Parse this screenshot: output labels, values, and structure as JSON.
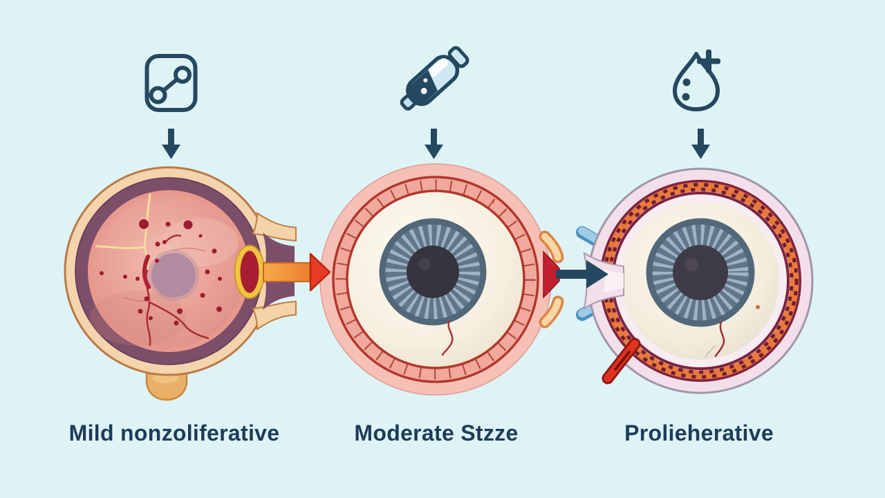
{
  "figure": {
    "background_color": "#def3f6",
    "label_color": "#1e3c59",
    "icon_color": "#24485f"
  },
  "stages": [
    {
      "icon": "link-nodes-icon",
      "label": "Mild nonzoliferative",
      "eye": "cross-section-retina-with-hemorrhages-and-optic-disc"
    },
    {
      "icon": "syringe-icon",
      "label": "Moderate Stzze",
      "eye": "front-eye-with-tick-ring-iris-and-pupil"
    },
    {
      "icon": "droplet-plus-icon",
      "label": "Prolieherative",
      "eye": "front-eye-with-dashed-vascular-ring-blue-tabs-red-probe"
    }
  ],
  "arrows": {
    "down_arrow_count": 3,
    "progression": [
      {
        "from": 1,
        "to": 2,
        "color": "#e73c25"
      },
      {
        "from": 2,
        "to": 3,
        "color": "#274b63"
      }
    ]
  }
}
